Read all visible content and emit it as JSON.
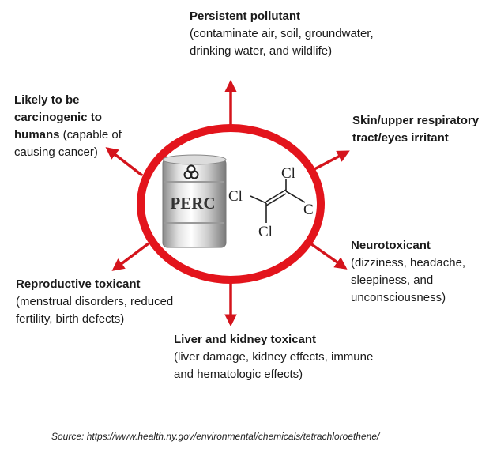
{
  "center": {
    "barrel_label": "PERC",
    "molecule_atoms": [
      "Cl",
      "Cl",
      "Cl",
      "C"
    ]
  },
  "effects": {
    "top": {
      "heading": "Persistent pollutant",
      "detail": "(contaminate air, soil, groundwater, drinking water, and wildlife)"
    },
    "top_left": {
      "heading": "Likely to be carcinogenic to humans",
      "detail": " (capable of causing cancer)"
    },
    "top_right": {
      "heading": "Skin/upper respiratory tract/eyes irritant",
      "detail": ""
    },
    "right": {
      "heading": "Neurotoxicant",
      "detail": "(dizziness, headache, sleepiness, and unconsciousness)"
    },
    "bottom_left": {
      "heading": "Reproductive toxicant",
      "detail": "(menstrual disorders, reduced fertility, birth defects)"
    },
    "bottom": {
      "heading": "Liver and kidney toxicant",
      "detail": "(liver damage,  kidney effects, immune and hematologic effects)"
    }
  },
  "source": "Source: https://www.health.ny.gov/environmental/chemicals/tetrachloroethene/",
  "colors": {
    "ring": "#e3141c",
    "arrow": "#d4141c",
    "text": "#1a1a1a"
  }
}
